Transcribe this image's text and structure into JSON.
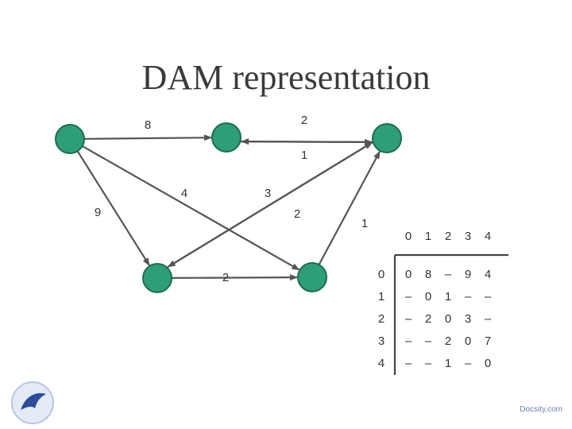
{
  "title": "DAM representation",
  "colors": {
    "node": "#2e9e78",
    "node_stroke": "#1b6d52",
    "edge": "#555555",
    "text": "#333333"
  },
  "graph": {
    "nodes": [
      {
        "id": "0"
      },
      {
        "id": "1"
      },
      {
        "id": "2"
      },
      {
        "id": "3"
      },
      {
        "id": "4"
      }
    ],
    "edges": [
      {
        "from": "0",
        "to": "1",
        "weight": "8"
      },
      {
        "from": "2",
        "to": "1",
        "weight": "2"
      },
      {
        "from": "1",
        "to": "2",
        "weight": "1"
      },
      {
        "from": "0",
        "to": "3",
        "weight": "9"
      },
      {
        "from": "0",
        "to": "4",
        "weight": "4"
      },
      {
        "from": "3",
        "to": "2",
        "weight": "3"
      },
      {
        "from": "2",
        "to": "3",
        "weight": "2"
      },
      {
        "from": "3",
        "to": "4",
        "weight": "2"
      },
      {
        "from": "4",
        "to": "2",
        "weight": "1"
      }
    ]
  },
  "matrix": {
    "col_headers": [
      "0",
      "1",
      "2",
      "3",
      "4"
    ],
    "row_headers": [
      "0",
      "1",
      "2",
      "3",
      "4"
    ],
    "rows": [
      [
        "0",
        "8",
        "–",
        "9",
        "4"
      ],
      [
        "–",
        "0",
        "1",
        "–",
        "–"
      ],
      [
        "–",
        "2",
        "0",
        "3",
        "–"
      ],
      [
        "–",
        "–",
        "2",
        "0",
        "7"
      ],
      [
        "–",
        "–",
        "1",
        "–",
        "0"
      ]
    ]
  },
  "footer": {
    "logo_icon": "bird-logo-icon",
    "site": "Docsity.com"
  }
}
